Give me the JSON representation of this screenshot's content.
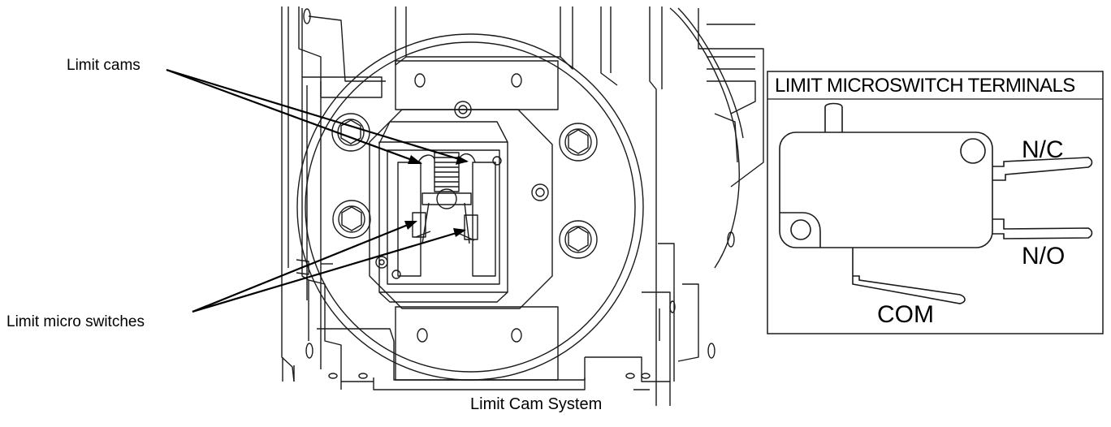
{
  "labels": {
    "limit_cams": "Limit cams",
    "limit_micro_switches": "Limit micro switches",
    "caption": "Limit Cam System"
  },
  "microswitch_panel": {
    "title": "LIMIT MICROSWITCH TERMINALS",
    "terminals": {
      "nc": "N/C",
      "no": "N/O",
      "com": "COM"
    }
  }
}
